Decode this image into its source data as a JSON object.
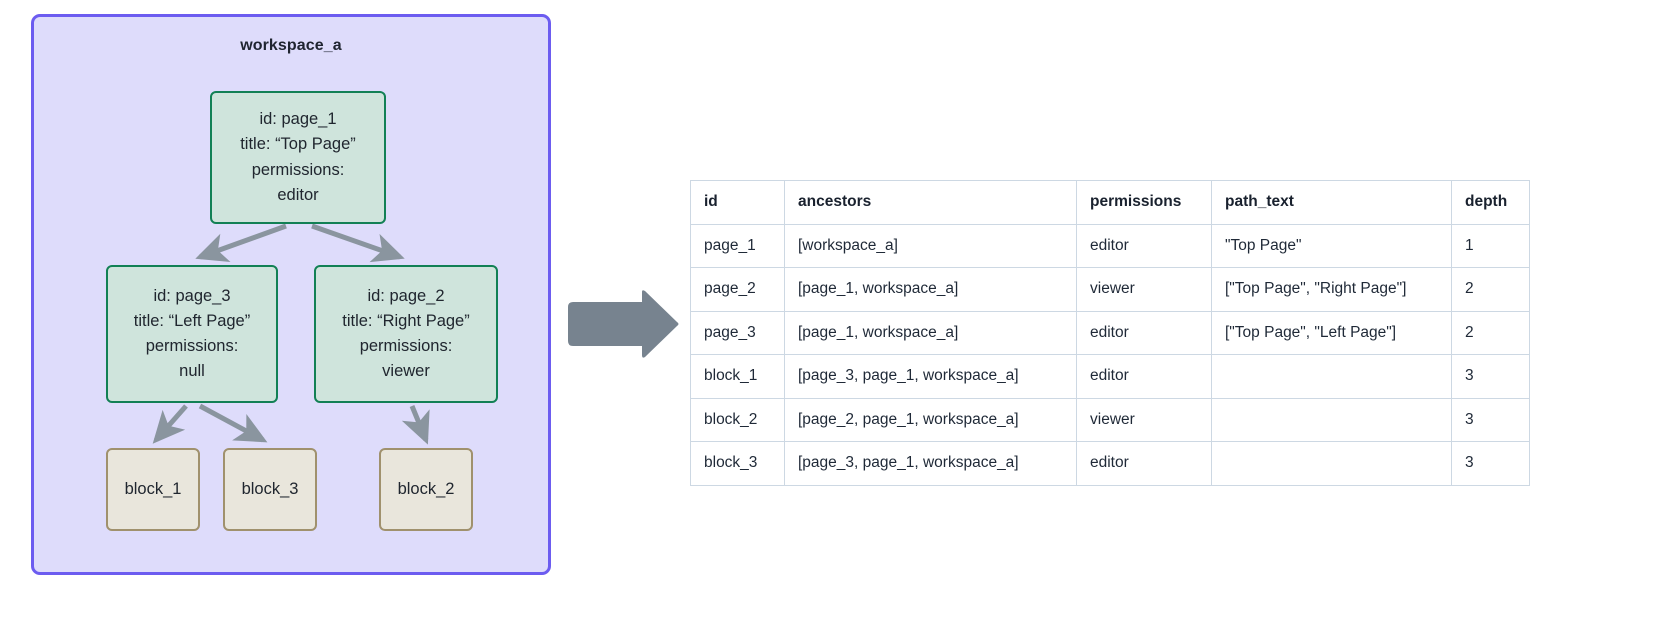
{
  "workspace": {
    "title": "workspace_a",
    "border_color": "#6c5cf0",
    "fill_color": "#dedcfb",
    "page_node_fill": "#cfe4dc",
    "page_node_border": "#128055",
    "block_node_fill": "#e9e6dc",
    "block_node_border": "#a0916d",
    "edge_color": "#8a959f"
  },
  "nodes": {
    "page_1": {
      "id_line": "id: page_1",
      "title_line": "title: “Top Page”",
      "permissions_label": "permissions:",
      "permissions_value": "editor"
    },
    "page_3": {
      "id_line": "id: page_3",
      "title_line": "title: “Left Page”",
      "permissions_label": "permissions:",
      "permissions_value": "null"
    },
    "page_2": {
      "id_line": "id: page_2",
      "title_line": "title: “Right Page”",
      "permissions_label": "permissions:",
      "permissions_value": "viewer"
    },
    "block_1": {
      "label": "block_1"
    },
    "block_3": {
      "label": "block_3"
    },
    "block_2": {
      "label": "block_2"
    }
  },
  "transition_arrow": {
    "name": "right-arrow",
    "color": "#77838f"
  },
  "table": {
    "columns": [
      "id",
      "ancestors",
      "permissions",
      "path_text",
      "depth"
    ],
    "rows": [
      {
        "id": "page_1",
        "ancestors": "[workspace_a]",
        "permissions": "editor",
        "path_text": "\"Top Page\"",
        "depth": "1"
      },
      {
        "id": "page_2",
        "ancestors": "[page_1, workspace_a]",
        "permissions": "viewer",
        "path_text": "[\"Top Page\", \"Right Page\"]",
        "depth": "2"
      },
      {
        "id": "page_3",
        "ancestors": "[page_1, workspace_a]",
        "permissions": "editor",
        "path_text": "[\"Top Page\", \"Left Page\"]",
        "depth": "2"
      },
      {
        "id": "block_1",
        "ancestors": "[page_3, page_1, workspace_a]",
        "permissions": "editor",
        "path_text": "",
        "depth": "3"
      },
      {
        "id": "block_2",
        "ancestors": "[page_2, page_1, workspace_a]",
        "permissions": "viewer",
        "path_text": "",
        "depth": "3"
      },
      {
        "id": "block_3",
        "ancestors": "[page_3, page_1, workspace_a]",
        "permissions": "editor",
        "path_text": "",
        "depth": "3"
      }
    ]
  }
}
